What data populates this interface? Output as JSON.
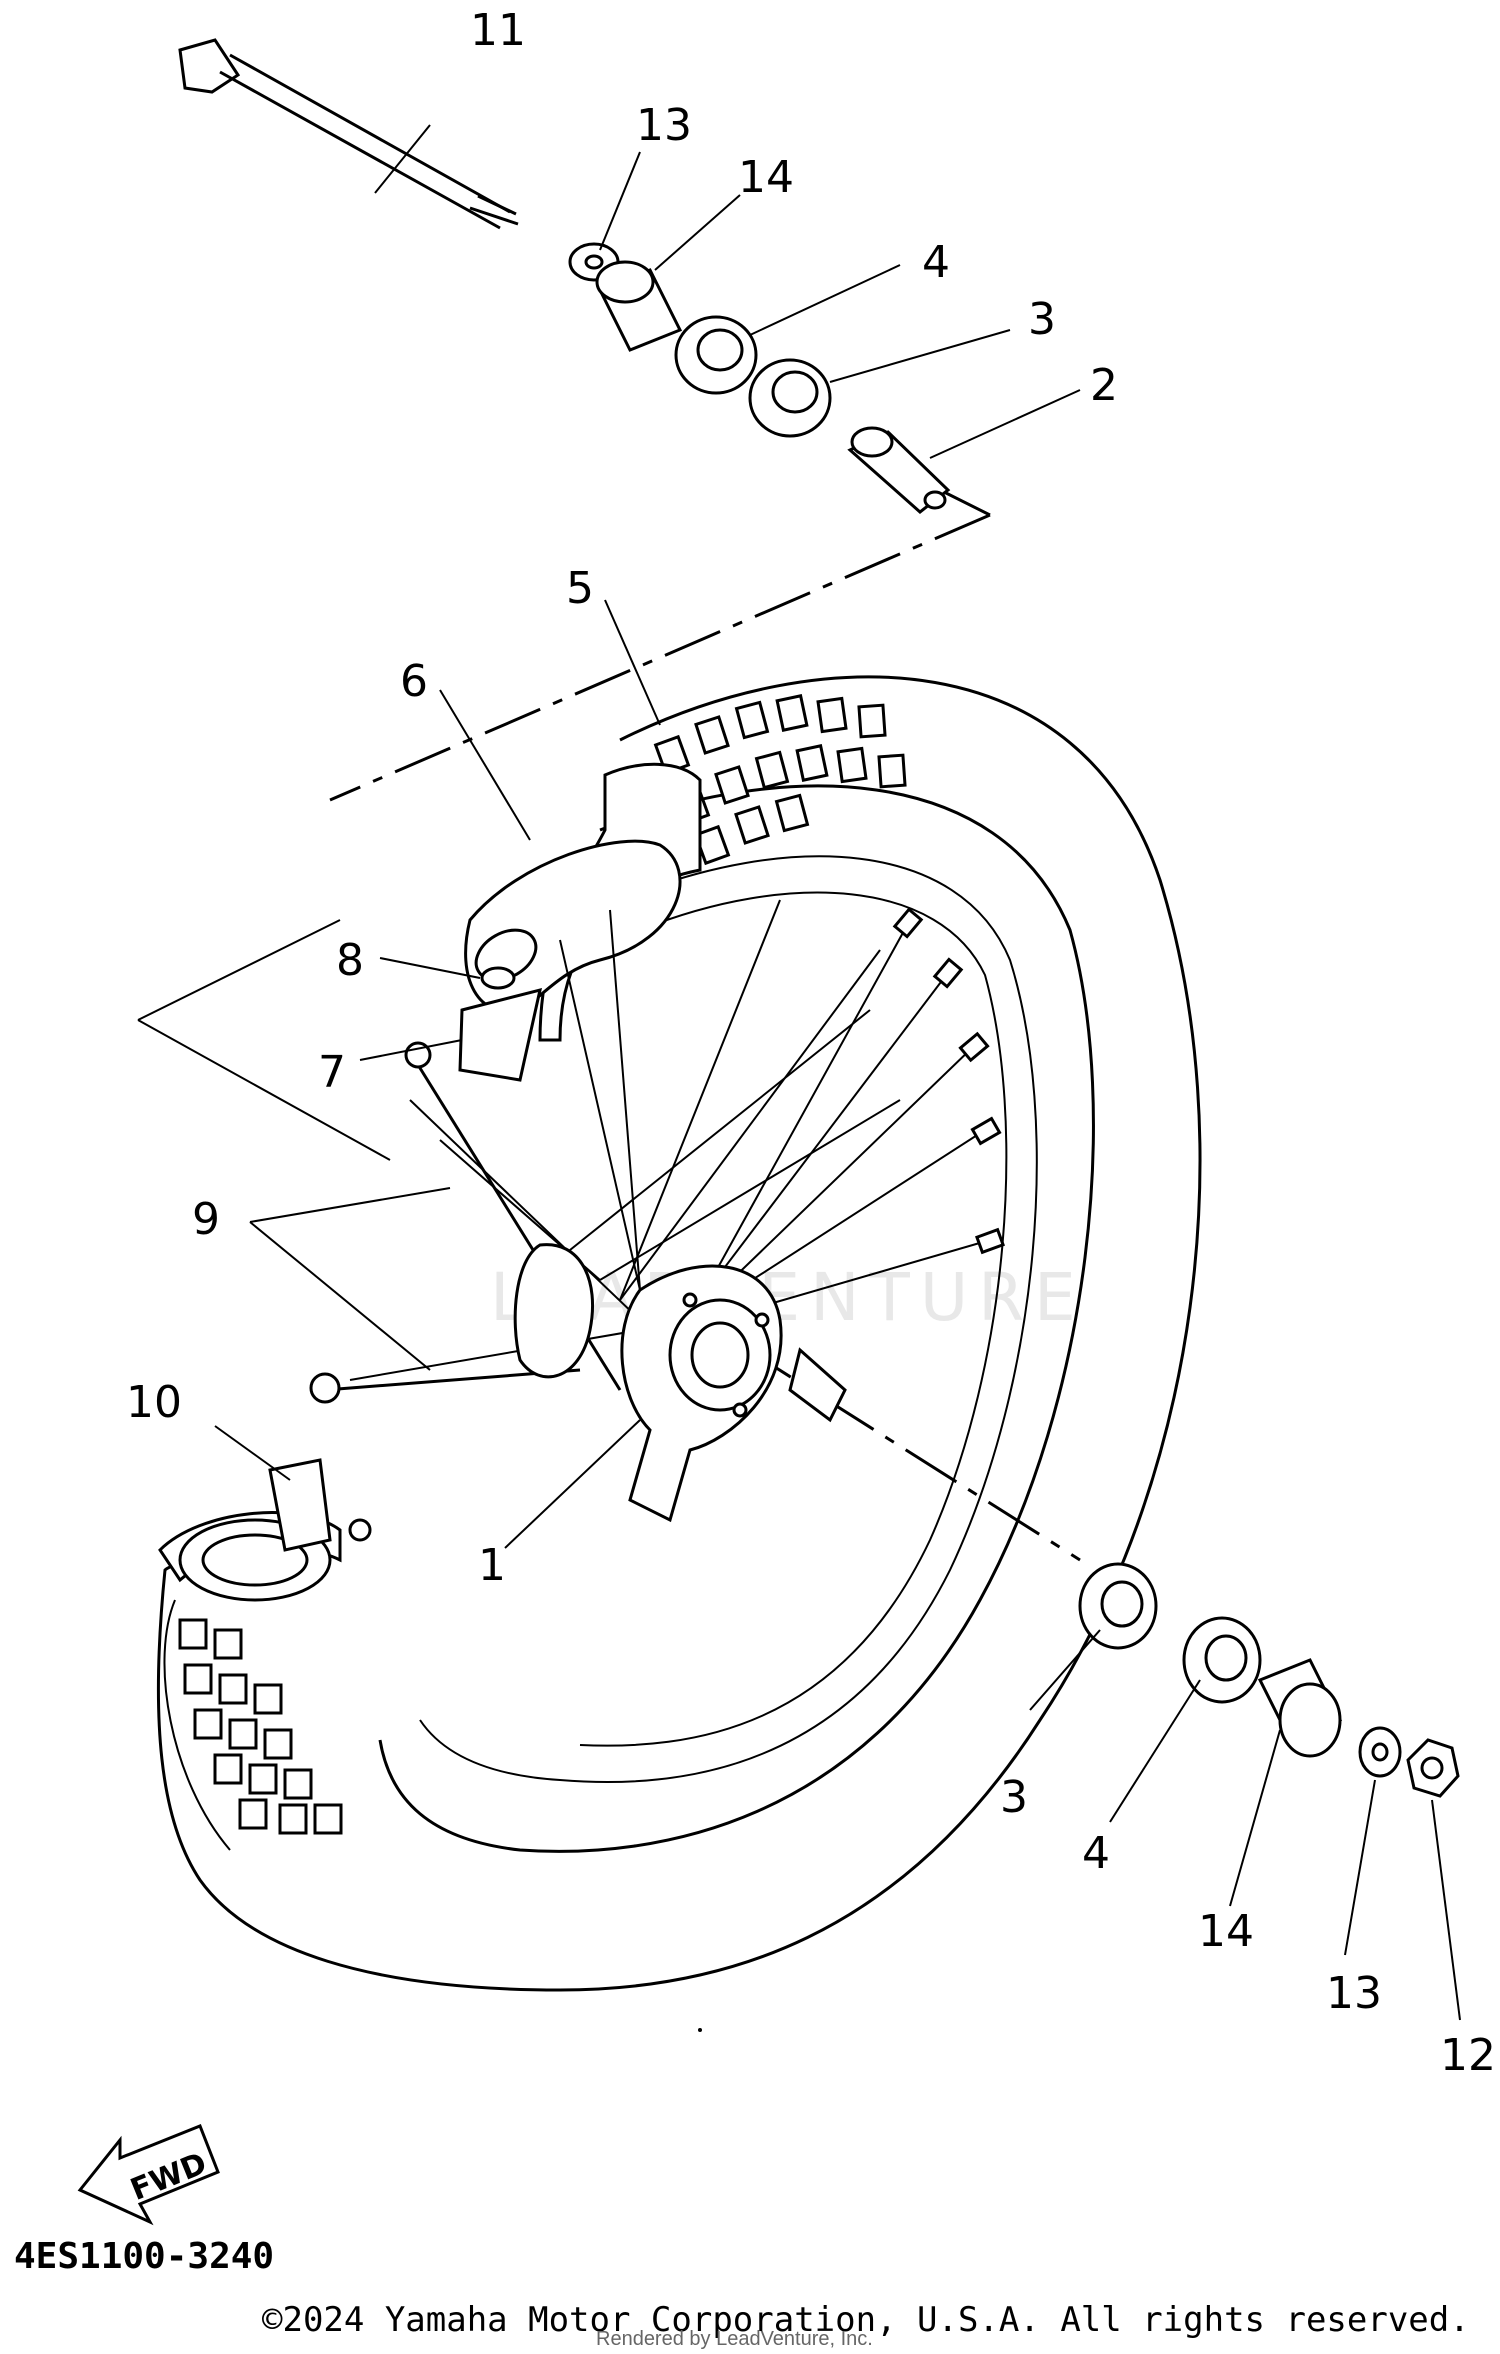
{
  "diagram": {
    "callouts": {
      "c1": "1",
      "c2": "2",
      "c3a": "3",
      "c3b": "3",
      "c4a": "4",
      "c4b": "4",
      "c5": "5",
      "c6": "6",
      "c7": "7",
      "c8": "8",
      "c9": "9",
      "c10": "10",
      "c11": "11",
      "c12": "12",
      "c13a": "13",
      "c13b": "13",
      "c14a": "14",
      "c14b": "14"
    },
    "fwd_label": "FWD",
    "watermark": "LEADVENTURE"
  },
  "footer": {
    "part_code": "4ES1100-3240",
    "copyright": "©2024 Yamaha Motor Corporation, U.S.A. All rights reserved.",
    "rendered_by": "Rendered by LeadVenture, Inc."
  }
}
